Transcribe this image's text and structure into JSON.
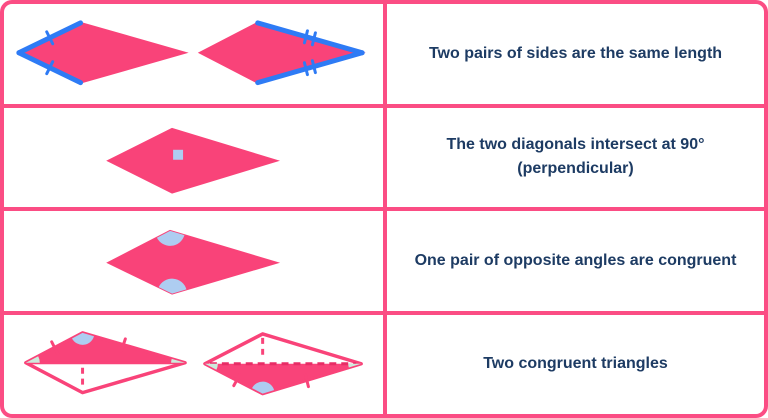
{
  "diagram": {
    "subject": "Properties of a kite",
    "rows": [
      {
        "id": "equal-sides",
        "label": "Two pairs of sides are the same length"
      },
      {
        "id": "diagonals-90",
        "label": "The two diagonals intersect at 90° (perpendicular)"
      },
      {
        "id": "opposite-angles",
        "label": "One pair of opposite angles are congruent"
      },
      {
        "id": "triangles",
        "label": "Two congruent triangles"
      }
    ],
    "figures": [
      {
        "row": 0,
        "description": "two kites, short sides highlighted blue with single tick marks, long sides highlighted blue with double tick marks"
      },
      {
        "row": 1,
        "description": "kite with light blue right-angle square marker at diagonal intersection"
      },
      {
        "row": 2,
        "description": "kite with light blue angle arcs at the two opposite vertices"
      },
      {
        "row": 3,
        "description": "two kites split by a diagonal into congruent triangles, with dashed diagonals, angle arcs and tick marks"
      }
    ]
  },
  "colors": {
    "grid_pink": "#fb4d84",
    "shape_pink": "#f94379",
    "dash_dark_pink": "#e82d66",
    "highlight_blue": "#2e7bf5",
    "marker_light_blue": "#aecdf1",
    "marker_mint": "#ccebdc",
    "text_navy": "#1d3b63",
    "background": "#ffffff"
  }
}
